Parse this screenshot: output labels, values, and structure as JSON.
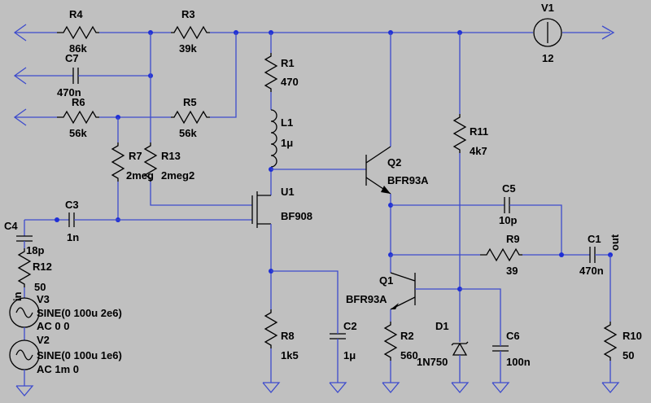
{
  "labels": {
    "r4_name": "R4",
    "r4_val": "86k",
    "r3_name": "R3",
    "r3_val": "39k",
    "c7_name": "C7",
    "c7_val": "470n",
    "r6_name": "R6",
    "r6_val": "56k",
    "r5_name": "R5",
    "r5_val": "56k",
    "r1_name": "R1",
    "r1_val": "470",
    "l1_name": "L1",
    "l1_val": "1μ",
    "r7_name": "R7",
    "r7_val": "2meg",
    "r13_name": "R13",
    "r13_val": "2meg2",
    "u1_name": "U1",
    "u1_val": "BF908",
    "c3_name": "C3",
    "c3_val": "1n",
    "c4_name": "C4",
    "c4_val": "18p",
    "r12_name": "R12",
    "r12_val": "50",
    "in_label": "in",
    "v3_name": "V3",
    "v3_val": "SINE(0 100u 2e6)",
    "v3_ac": "AC 0 0",
    "v2_name": "V2",
    "v2_val": "SINE(0 100u 1e6)",
    "v2_ac": "AC 1m 0",
    "r8_name": "R8",
    "r8_val": "1k5",
    "c2_name": "C2",
    "c2_val": "1μ",
    "q2_name": "Q2",
    "q2_val": "BFR93A",
    "q1_name": "Q1",
    "q1_val": "BFR93A",
    "r2_name": "R2",
    "r2_val": "560",
    "d1_name": "D1",
    "d1_val": "1N750",
    "r11_name": "R11",
    "r11_val": "4k7",
    "c6_name": "C6",
    "c6_val": "100n",
    "c5_name": "C5",
    "c5_val": "10p",
    "r9_name": "R9",
    "r9_val": "39",
    "c1_name": "C1",
    "c1_val": "470n",
    "out_label": "out",
    "r10_name": "R10",
    "r10_val": "50",
    "v1_name": "V1",
    "v1_val": "12"
  }
}
